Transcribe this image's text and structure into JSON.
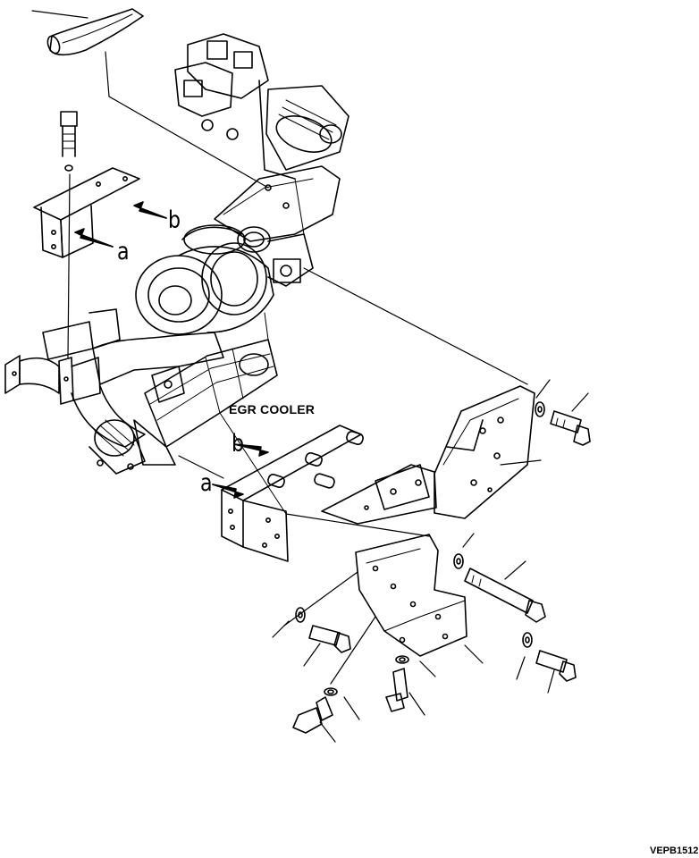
{
  "labels": {
    "egr_cooler": "EGR COOLER",
    "drawing_code": "VEPB1512",
    "ref_a": "a",
    "ref_b": "b"
  },
  "colors": {
    "ink": "#000000",
    "paper": "#ffffff"
  }
}
